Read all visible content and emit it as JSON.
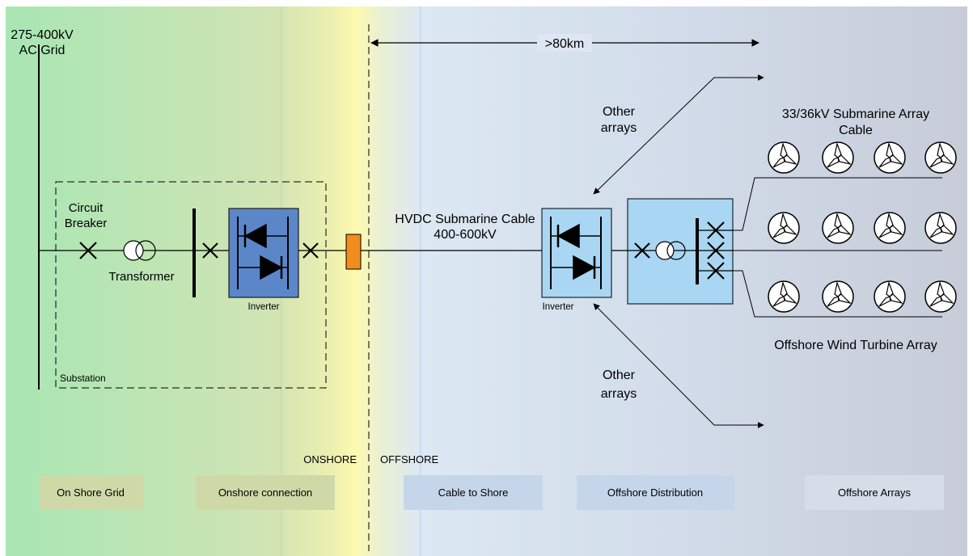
{
  "grid": {
    "label_line1": "275-400kV",
    "label_line2": "AC Grid"
  },
  "distance": {
    "label": ">80km"
  },
  "substation": {
    "breaker_label_line1": "Circuit",
    "breaker_label_line2": "Breaker",
    "transformer_label": "Transformer",
    "inverter_label": "Inverter",
    "box_label": "Substation"
  },
  "cable": {
    "label_line1": "HVDC Submarine Cable",
    "label_line2": "400-600kV"
  },
  "offshore": {
    "inverter_label": "Inverter",
    "other_arrays_top_line1": "Other",
    "other_arrays_top_line2": "arrays",
    "other_arrays_bottom_line1": "Other",
    "other_arrays_bottom_line2": "arrays",
    "array_cable_line1": "33/36kV Submarine Array",
    "array_cable_line2": "Cable",
    "turbine_array_label": "Offshore Wind Turbine Array",
    "turbine_icon": "wind-turbine-icon"
  },
  "shoreline": {
    "onshore_label": "ONSHORE",
    "offshore_label": "OFFSHORE"
  },
  "zones": [
    {
      "label": "On Shore Grid"
    },
    {
      "label": "Onshore connection"
    },
    {
      "label": "Cable to Shore"
    },
    {
      "label": "Offshore Distribution"
    },
    {
      "label": "Offshore Arrays"
    }
  ],
  "colors": {
    "converter_onshore": "#5b87c9",
    "converter_offshore": "#a9d6f2",
    "landing_point": "#f28c1c",
    "zone_onshore": "#cfd9a8",
    "zone_offshore": "#c6d6ea"
  }
}
